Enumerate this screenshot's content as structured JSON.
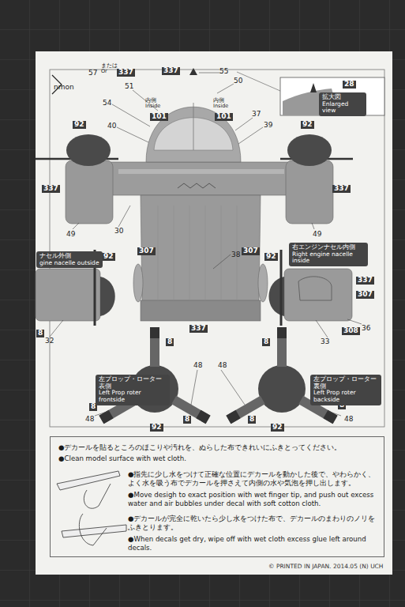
{
  "diagram": {
    "nodes": [
      {
        "text": [
          "拡大図",
          "Enlarged view"
        ]
      },
      {
        "text": [
          "ナセル外側",
          "gine nacelle outside"
        ]
      },
      {
        "text": [
          "右エンジンナセル内側",
          "Right engine nacelle inside"
        ]
      },
      {
        "text": [
          "左プロップ・ローター表側",
          "Left Prop roter frontside"
        ]
      },
      {
        "text": [
          "左プロップ・ローター裏側",
          "Left Prop roter backside"
        ]
      },
      {
        "text": [
          "●デカールを貼るところのほこりや汚れを、ぬらした布できれいにふきとってください。",
          "●Clean model surface with wet cloth.",
          "●指先に少し水をつけて正確な位置にデカールを動かした後で、やわらかく、よく水を吸う布でデカールを押さえて内側の水や気泡を押し出します。",
          "●Move desigh to exact position with wet finger tip, and push out excess water and air bubbles under decal with soft cotton cloth.",
          "●デカールが完全に乾いたら少し水をつけた布で、デカールのまわりのノリをふきとります。",
          "●When decals get dry, wipe off with wet cloth excess glue left around decals."
        ]
      }
    ],
    "labels": [
      "nmon",
      "57",
      "または Or",
      "337",
      "337",
      "55",
      "50",
      "51",
      "内側 Inside",
      "101",
      "内側 Inside",
      "101",
      "54",
      "37",
      "40",
      "39",
      "92",
      "92",
      "28",
      "337",
      "337",
      "49",
      "30",
      "49",
      "307",
      "307",
      "38",
      "92",
      "92",
      "337",
      "307",
      "8",
      "32",
      "36",
      "308",
      "33",
      "337",
      "8",
      "8",
      "48",
      "48",
      "8",
      "48",
      "8",
      "92",
      "8",
      "92",
      "8",
      "48",
      "© PRINTED IN JAPAN. 2014.05 (N) UCH"
    ]
  }
}
